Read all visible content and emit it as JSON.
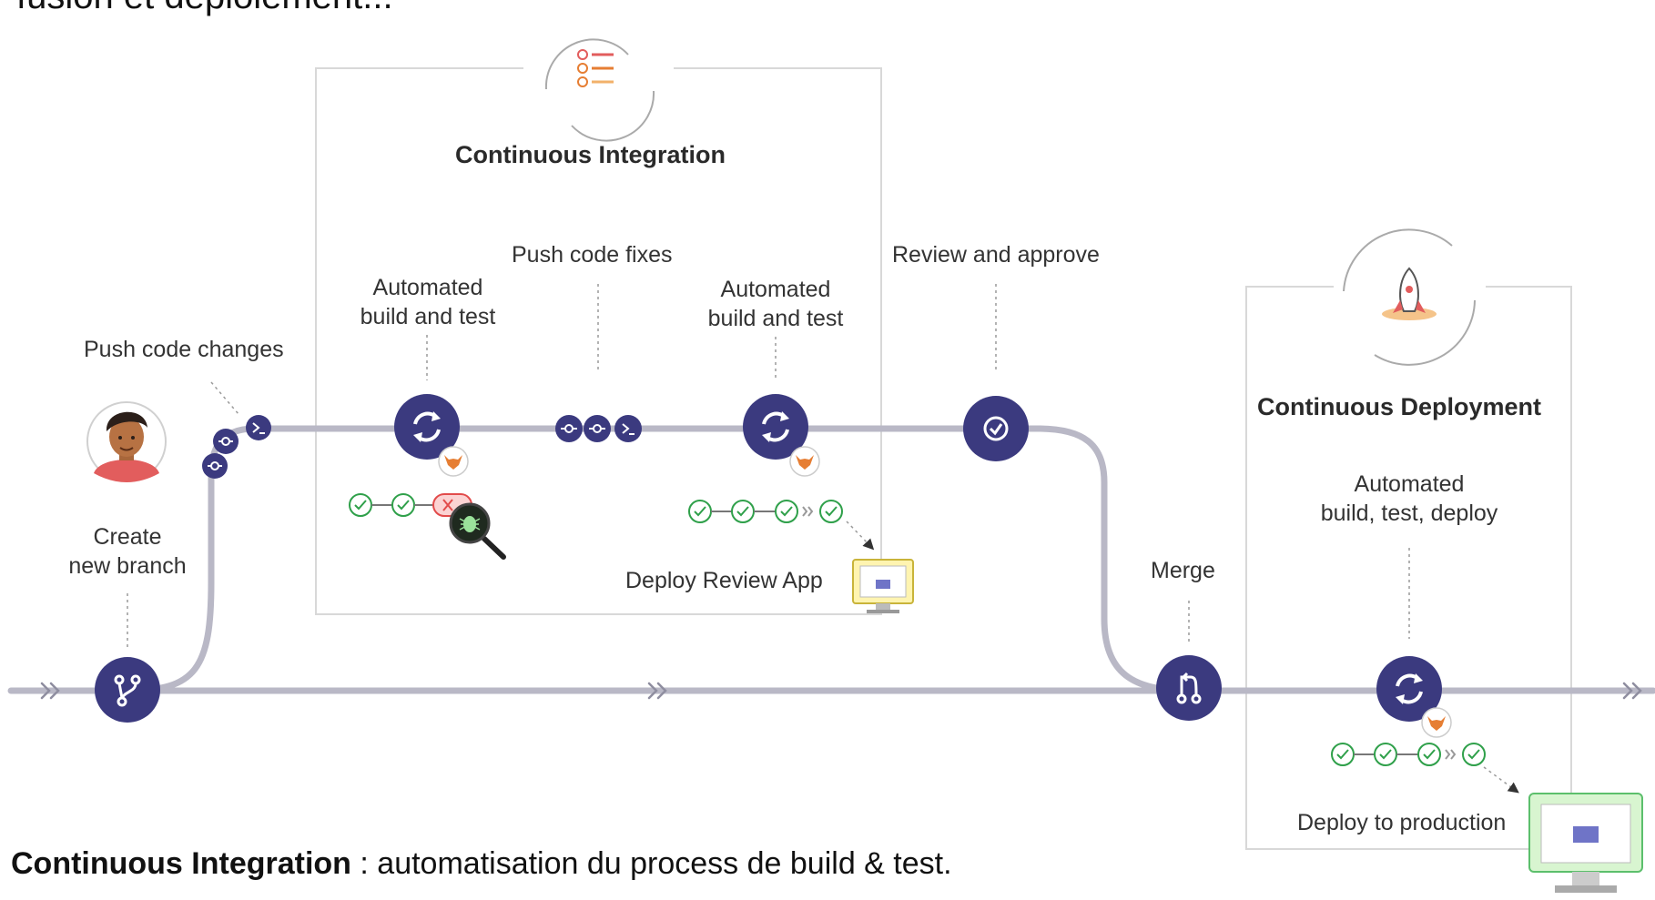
{
  "top_partial_text": "fusion et déploiement...",
  "ci_box": {
    "title": "Continuous Integration"
  },
  "cd_box": {
    "title": "Continuous Deployment"
  },
  "labels": {
    "push_code_changes": "Push code changes",
    "create_branch_line1": "Create",
    "create_branch_line2": "new branch",
    "auto_build_1_line1": "Automated",
    "auto_build_1_line2": "build and test",
    "push_code_fixes": "Push code fixes",
    "auto_build_2_line1": "Automated",
    "auto_build_2_line2": "build and test",
    "review_approve": "Review and approve",
    "deploy_review_app": "Deploy Review App",
    "merge": "Merge",
    "cd_auto_line1": "Automated",
    "cd_auto_line2": "build, test, deploy",
    "deploy_production": "Deploy to production"
  },
  "footer": {
    "bold": "Continuous Integration",
    "text": " : automatisation du process de build & test."
  },
  "colors": {
    "node": "#3b3a7f",
    "track": "#b9b8c6",
    "check": "#2fa04a",
    "fail": "#e24b4b",
    "orange": "#e67e33",
    "box_border": "#d8d8d8"
  },
  "icons": [
    "branch-icon",
    "refresh-icon",
    "check-circle-icon",
    "merge-icon",
    "commit-icon",
    "terminal-icon",
    "gitlab-fox-icon",
    "bug-magnifier-icon",
    "monitor-icon",
    "rocket-icon",
    "checklist-icon",
    "developer-avatar"
  ]
}
